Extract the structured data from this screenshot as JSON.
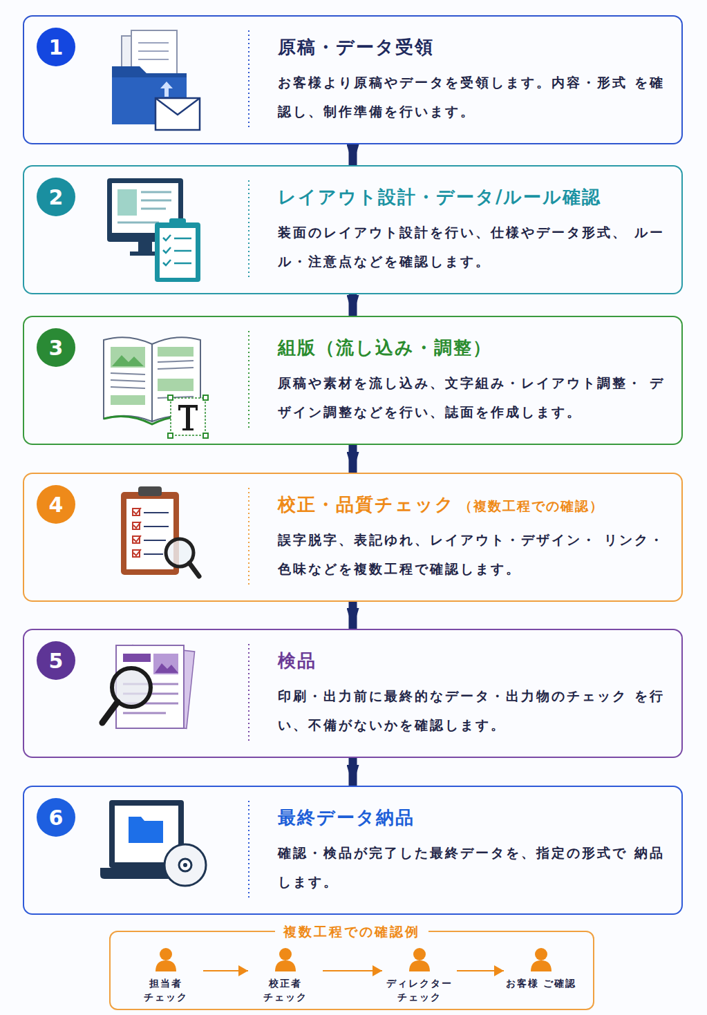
{
  "diagram": {
    "nodes": [
      {
        "text": [
          "原稿・データ受領",
          "お客様より原稿やデータを受領します。内容・形式 を確認し、制作準備を行います。"
        ]
      },
      {
        "text": [
          "1"
        ],
        "in": 0
      },
      {
        "text": [
          "レイアウト設計・データ/ルール確認",
          "装面のレイアウト設計を行い、仕様やデータ形式、 ルール・注意点などを確認します。"
        ]
      },
      {
        "text": [
          "2"
        ],
        "in": 2
      },
      {
        "text": [
          "組版（流し込み・調整）",
          "原稿や素材を流し込み、文字組み・レイアウト調整・ デザイン調整などを行い、誌面を作成します。"
        ]
      },
      {
        "text": [
          "3"
        ],
        "in": 4
      },
      {
        "text": [
          "校正・品質チェック",
          "（複数工程での確認）",
          "誤字脱字、表記ゆれ、レイアウト・デザイン・ リンク・色味などを複数工程で確認します。"
        ]
      },
      {
        "text": [
          "4"
        ],
        "in": 6
      },
      {
        "text": [
          "検品",
          "印刷・出力前に最終的なデータ・出力物のチェック を行い、不備がないかを確認します。"
        ]
      },
      {
        "text": [
          "5"
        ],
        "in": 8
      },
      {
        "text": [
          "最終データ納品",
          "確認・検品が完了した最終データを、指定の形式で 納品します。"
        ]
      },
      {
        "text": [
          "6"
        ],
        "in": 10
      },
      {
        "text": [
          "複数工程での確認例"
        ]
      },
      {
        "text": [
          "担当者 チェック"
        ],
        "in": 12
      },
      {
        "text": [
          "校正者 チェック"
        ],
        "in": 12
      },
      {
        "text": [
          "ディレクター チェック"
        ],
        "in": 12
      },
      {
        "text": [
          "お客様 ご確認"
        ],
        "in": 12
      }
    ],
    "edges": [
      {
        "from": 0,
        "to": 2,
        "arrow": "to"
      },
      {
        "from": 2,
        "to": 4,
        "arrow": "to"
      },
      {
        "from": 4,
        "to": 6,
        "arrow": "to"
      },
      {
        "from": 6,
        "to": 8,
        "arrow": "to"
      },
      {
        "from": 8,
        "to": 10,
        "arrow": "to"
      },
      {
        "from": 13,
        "to": 14,
        "arrow": "to"
      },
      {
        "from": 14,
        "to": 15,
        "arrow": "to"
      },
      {
        "from": 15,
        "to": 16,
        "arrow": "to"
      }
    ]
  }
}
